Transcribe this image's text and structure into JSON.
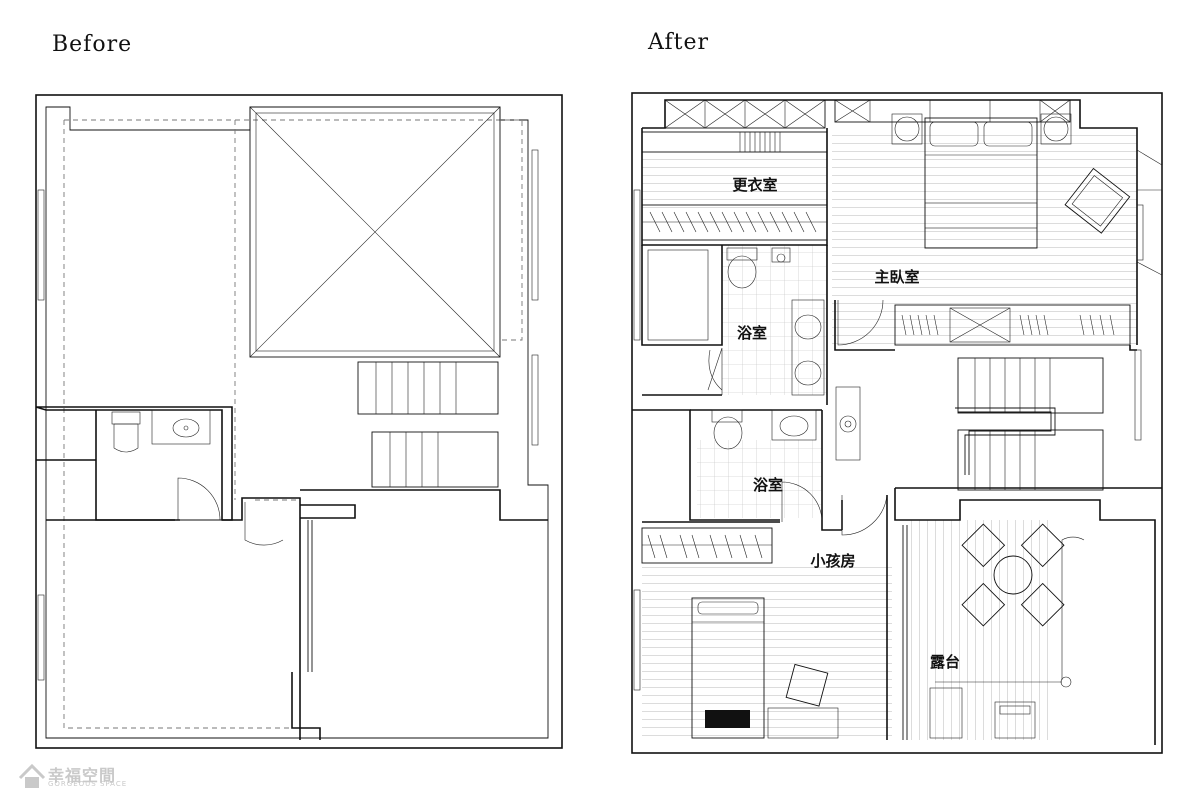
{
  "headings": {
    "before": "Before",
    "after": "After"
  },
  "rooms": {
    "walk_in_closet": "更衣室",
    "master_bedroom": "主臥室",
    "bathroom_upper": "浴室",
    "bathroom_lower": "浴室",
    "kids_room": "小孩房",
    "balcony": "露台"
  },
  "watermark": {
    "main": "幸福空間",
    "sub": "GORGEOUS SPACE"
  }
}
